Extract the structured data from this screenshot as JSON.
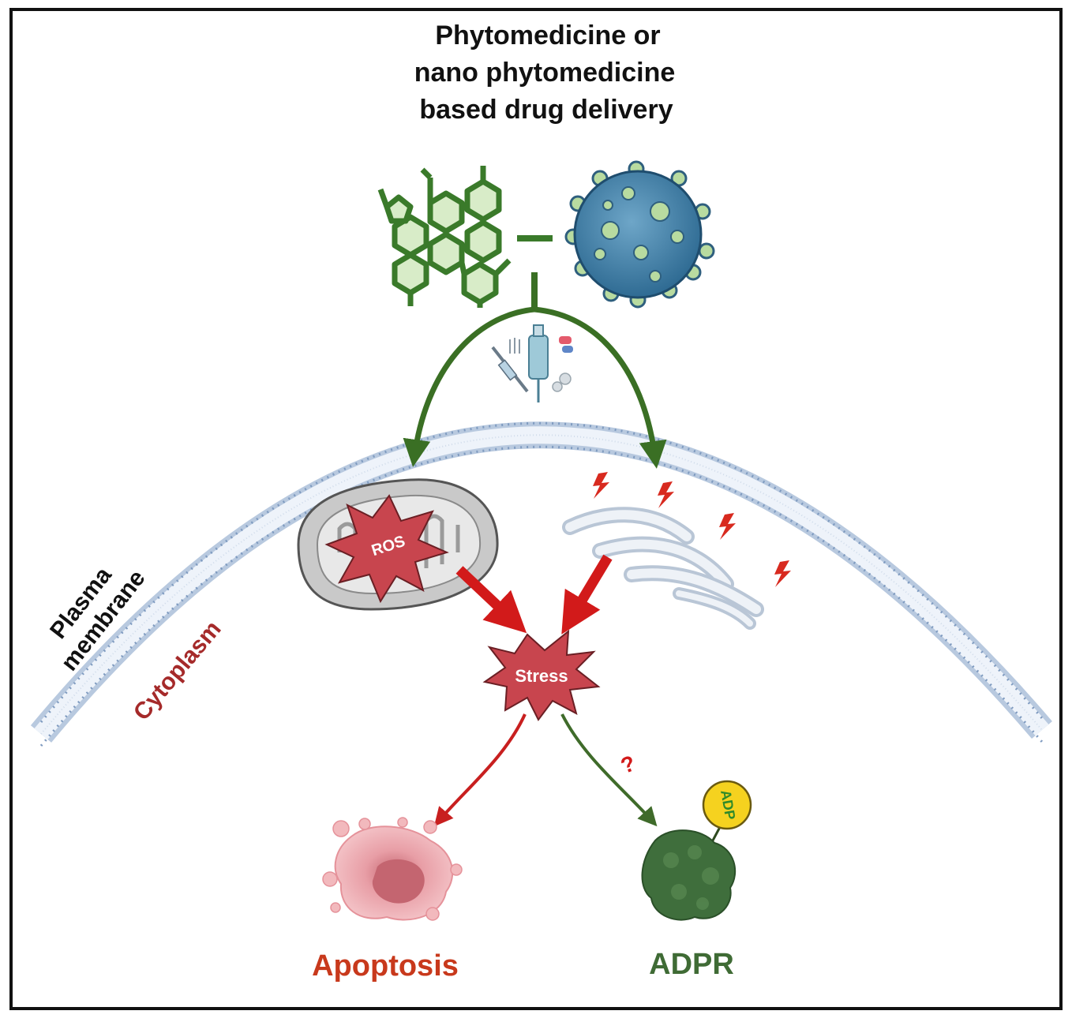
{
  "title": {
    "line1": "Phytomedicine or",
    "line2": "nano phytomedicine",
    "line3": "based drug delivery"
  },
  "membrane": {
    "label_line1": "Plasma",
    "label_line2": "membrane",
    "cytoplasm_label": "Cytoplasm"
  },
  "organelles": {
    "ros_label": "ROS",
    "stress_label": "Stress"
  },
  "outcomes": {
    "apoptosis_label": "Apoptosis",
    "adpr_label": "ADPR",
    "adp_badge": "ADP",
    "uncertain_mark": "?"
  },
  "colors": {
    "title": "#111111",
    "molecule_green": "#3a7a2a",
    "arrow_green": "#3a6f24",
    "arrow_red": "#d21a1a",
    "virus_blue": "#4a86ad",
    "apoptosis_text": "#c8391c",
    "adpr_text": "#3f6b35",
    "cytoplasm_text": "#a52a2a",
    "starburst": "#c8454e",
    "adp_badge_fill": "#f5d21f"
  }
}
